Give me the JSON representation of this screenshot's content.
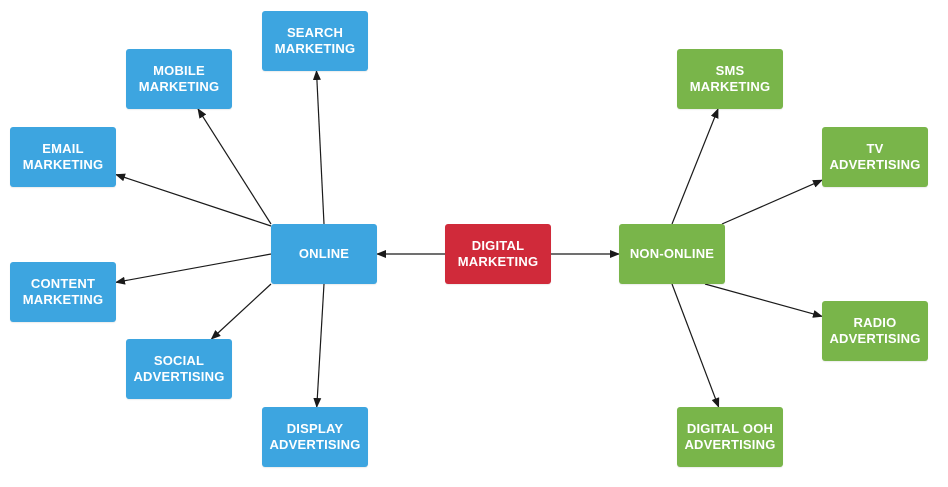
{
  "diagram": {
    "colors": {
      "online": "#3da5e0",
      "center": "#d02a3a",
      "non_online": "#79b54a",
      "edge": "#1a1a1a"
    },
    "nodes": {
      "center": "DIGITAL\nMARKETING",
      "online": "ONLINE",
      "non_online": "NON-ONLINE",
      "search_marketing": "SEARCH\nMARKETING",
      "mobile_marketing": "MOBILE\nMARKETING",
      "email_marketing": "EMAIL\nMARKETING",
      "content_marketing": "CONTENT\nMARKETING",
      "social_advertising": "SOCIAL\nADVERTISING",
      "display_advertising": "DISPLAY\nADVERTISING",
      "sms_marketing": "SMS\nMARKETING",
      "tv_advertising": "TV\nADVERTISING",
      "radio_advertising": "RADIO\nADVERTISING",
      "digital_ooh_advertising": "DIGITAL OOH\nADVERTISING"
    },
    "edges": [
      {
        "from": "center",
        "to": "online"
      },
      {
        "from": "center",
        "to": "non_online"
      },
      {
        "from": "online",
        "to": "search_marketing"
      },
      {
        "from": "online",
        "to": "mobile_marketing"
      },
      {
        "from": "online",
        "to": "email_marketing"
      },
      {
        "from": "online",
        "to": "content_marketing"
      },
      {
        "from": "online",
        "to": "social_advertising"
      },
      {
        "from": "online",
        "to": "display_advertising"
      },
      {
        "from": "non_online",
        "to": "sms_marketing"
      },
      {
        "from": "non_online",
        "to": "tv_advertising"
      },
      {
        "from": "non_online",
        "to": "radio_advertising"
      },
      {
        "from": "non_online",
        "to": "digital_ooh_advertising"
      }
    ]
  }
}
